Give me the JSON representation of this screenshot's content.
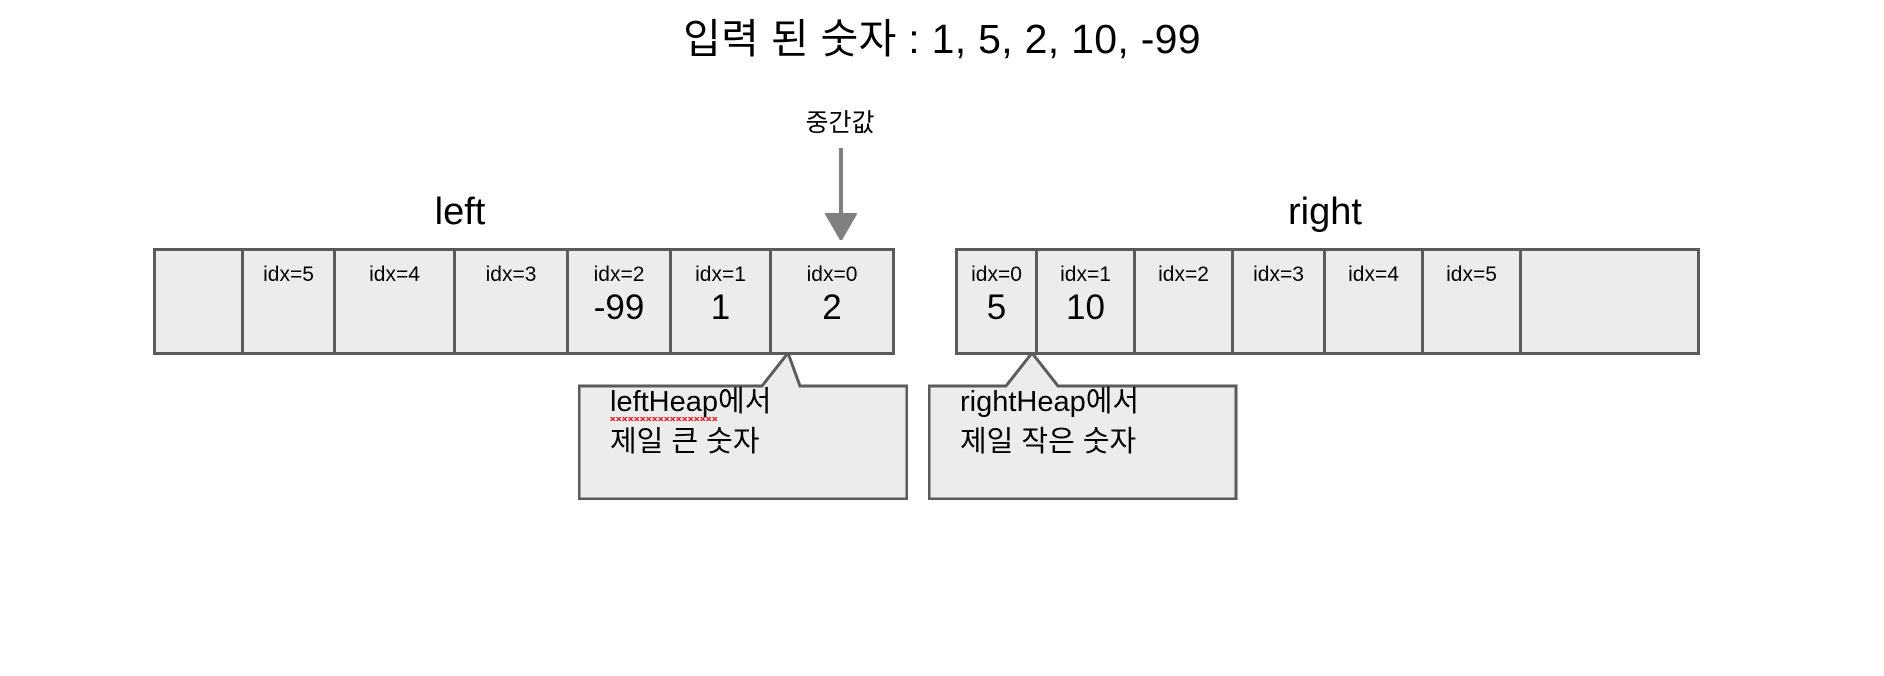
{
  "title": "입력 된 숫자 : 1, 5, 2, 10, -99",
  "median": {
    "label": "중간값",
    "arrow_icon": "down-arrow-icon"
  },
  "heaps": [
    {
      "id": "left",
      "label": "left",
      "cells": [
        {
          "idx": "",
          "value": ""
        },
        {
          "idx": "idx=5",
          "value": ""
        },
        {
          "idx": "idx=4",
          "value": ""
        },
        {
          "idx": "idx=3",
          "value": ""
        },
        {
          "idx": "idx=2",
          "value": "-99"
        },
        {
          "idx": "idx=1",
          "value": "1"
        },
        {
          "idx": "idx=0",
          "value": "2"
        }
      ]
    },
    {
      "id": "right",
      "label": "right",
      "cells": [
        {
          "idx": "idx=0",
          "value": "5"
        },
        {
          "idx": "idx=1",
          "value": "10"
        },
        {
          "idx": "idx=2",
          "value": ""
        },
        {
          "idx": "idx=3",
          "value": ""
        },
        {
          "idx": "idx=4",
          "value": ""
        },
        {
          "idx": "idx=5",
          "value": ""
        },
        {
          "idx": "",
          "value": ""
        }
      ]
    }
  ],
  "callouts": [
    {
      "id": "left",
      "line1_term": "leftHeap",
      "line1_rest": "에서",
      "line2": "제일 큰 숫자",
      "spellcheck_underline": true
    },
    {
      "id": "right",
      "line1_term": "rightHeap",
      "line1_rest": "에서",
      "line2": "제일 작은 숫자",
      "spellcheck_underline": false
    }
  ],
  "colors": {
    "cell_fill": "#ececec",
    "stroke": "#5b5b5b",
    "background": "#ffffff",
    "text": "#000000",
    "spellcheck": "#e8252a",
    "arrow": "#808080"
  }
}
